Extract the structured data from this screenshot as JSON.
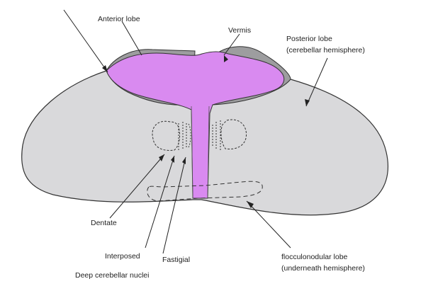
{
  "labels": {
    "anterior_lobe": "Anterior lobe",
    "vermis": "Vermis",
    "posterior_lobe_line1": "Posterior lobe",
    "posterior_lobe_line2": "(cerebellar hemisphere)",
    "dentate": "Dentate",
    "interposed": "Interposed",
    "fastigial": "Fastigial",
    "deep_nuclei": "Deep cerebellar nuclei",
    "flocculonodular_line1": "flocculonodular lobe",
    "flocculonodular_line2": "(underneath hemisphere)"
  },
  "colors": {
    "hemisphere_fill": "#d9d9db",
    "anterior_fill": "#9d9d9f",
    "vermis_fill": "#d98af0",
    "outline": "#333333"
  }
}
